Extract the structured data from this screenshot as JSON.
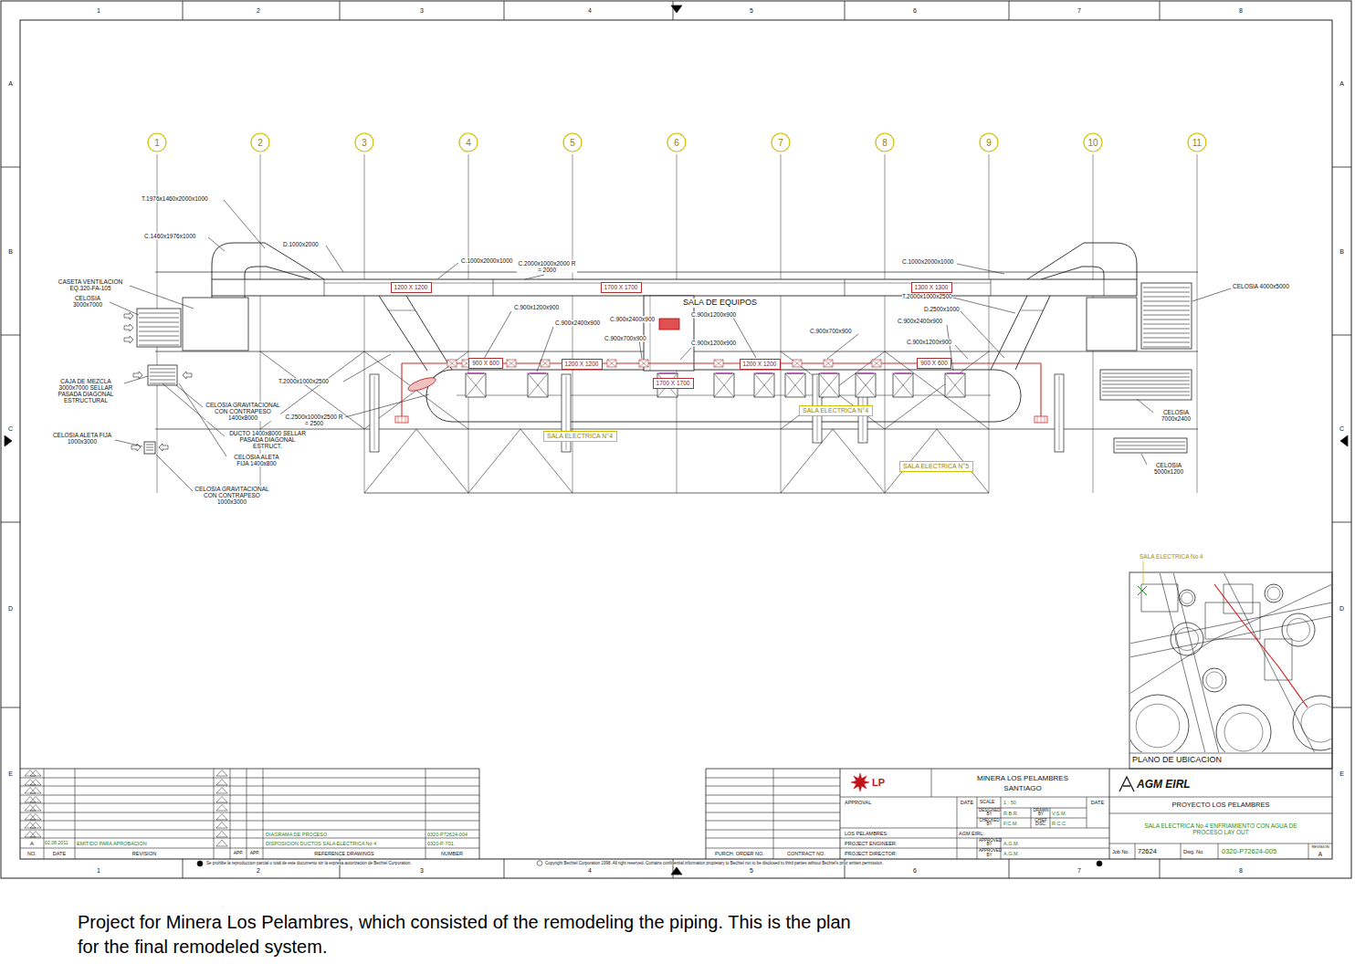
{
  "diagram": {
    "caption": "Project for Minera Los Pelambres, which consisted of the remodeling the piping. This is the plan for the final remodeled system.",
    "nodes": [
      {
        "text": [
          "1"
        ]
      },
      {
        "text": [
          "2"
        ]
      },
      {
        "text": [
          "3"
        ]
      },
      {
        "text": [
          "4"
        ]
      },
      {
        "text": [
          "5"
        ]
      },
      {
        "text": [
          "6"
        ]
      },
      {
        "text": [
          "7"
        ]
      },
      {
        "text": [
          "8"
        ]
      },
      {
        "text": [
          "9"
        ]
      },
      {
        "text": [
          "10"
        ]
      },
      {
        "text": [
          "11"
        ]
      },
      {
        "text": [
          "1200 X 1200"
        ]
      },
      {
        "text": [
          "1700 X 1700"
        ]
      },
      {
        "text": [
          "1300 X 1300"
        ]
      },
      {
        "text": [
          "900 X 600"
        ]
      },
      {
        "text": [
          "1200 X 1200"
        ]
      },
      {
        "text": [
          "1700 X 1700"
        ]
      },
      {
        "text": [
          "1200 X 1200"
        ]
      },
      {
        "text": [
          "900 X 600"
        ]
      },
      {
        "text": [
          "SALA ELECTRICA N°4"
        ]
      },
      {
        "text": [
          "SALA ELECTRICA N°4"
        ]
      },
      {
        "text": [
          "SALA ELECTRICA N°5"
        ]
      }
    ],
    "labels": [
      "1",
      "2",
      "3",
      "4",
      "5",
      "6",
      "7",
      "8",
      "1",
      "2",
      "3",
      "4",
      "5",
      "6",
      "7",
      "8",
      "A",
      "B",
      "C",
      "D",
      "E",
      "A",
      "B",
      "C",
      "D",
      "E",
      "T.1976x1460x2000x1000",
      "C.1460x1976x1000",
      "D.1000x2000",
      "C.1000x2000x1000",
      "C.2000x1000x2000 R = 2000",
      "CASETA VENTILACION EQ.320-FA-105",
      "CELOSIA 3000x7000",
      "CAJA DE MEZCLA 3000x7000 SELLAR PASADA DIAGONAL ESTRUCTURAL",
      "CELOSIA GRAVITACIONAL CON CONTRAPESO 1400x8000",
      "DUCTO 1400x8000 SELLAR PASADA DIAGONAL ESTRUCT.",
      "CELOSIA ALETA FIJA 1400x800",
      "CELOSIA ALETA FIJA 1000x3000",
      "CELOSIA GRAVITACIONAL CON CONTRAPESO 1000x3000",
      "T.2000x1000x2500",
      "C.2500x1000x2500 R = 2500",
      "C.900x1200x900",
      "C.900x2400x900",
      "C.900x2400x900",
      "C.900x700x900",
      "SALA DE EQUIPOS",
      "C.900x1200x900",
      "C.900x1200x900",
      "C.900x700x900",
      "C.1000x2000x1000",
      "T.2000x1000x2500",
      "D.2500x1000",
      "C.900x2400x900",
      "C.900x1200x900",
      "CELOSIA 4000x5000",
      "CELOSIA 7000x2400",
      "CELOSIA 5000x1200",
      "SALA ELECTRICA No 4",
      "PLANO DE UBICACION",
      "A",
      "02.08.2011",
      "EMITIDO PARA APROBACION",
      "NO.",
      "DATE",
      "REVISION",
      "APP.",
      "APP.",
      "REFERENCE DRAWINGS",
      "NUMBER",
      "DIAGRAMA DE PROCESO",
      "0320-P72624-004",
      "DISPOSICION DUCTOS SALA ELECTRICA No 4",
      "0320-P-701",
      "PURCH. ORDER NO.",
      "CONTRACT NO.",
      "MINERA LOS PELAMBRES",
      "SANTIAGO",
      "APPROVAL",
      "DATE",
      "SCALE",
      "1 : 50",
      "DESIGNED BY",
      "R.B.R.",
      "DRAWN BY",
      "V.S.M.",
      "CHECKED BY",
      "F.C.M.",
      "CHIEF DISC.",
      "R.C.C.",
      "DATE",
      "LOS PELAMBRES:",
      "AGM EIRL:",
      "PROJECT ENGINEER:",
      "APPROVED BY",
      "A.G.M.",
      "PROJECT DIRECTOR:",
      "APPROVED BY",
      "A.G.M.",
      "LP",
      "AGM EIRL",
      "PROYECTO LOS PELAMBRES",
      "SALA ELECTRICA No 4 ENFRIAMIENTO CON AGUA DE PROCESO LAY OUT",
      "Job No.",
      "72624",
      "Dwg. No.",
      "0320-P72624-005",
      "REVISION",
      "A",
      "Se prohibe la reproduccion parcial o total de este documento sin la expresa autorizacion de Bechtel Corporation.",
      "Copyright Bechtel Corporation 1998. All right reserved. Contains confidential information propietary to Bechtel not to be disclosed to third parties without Bechtel's prior written permission."
    ]
  }
}
